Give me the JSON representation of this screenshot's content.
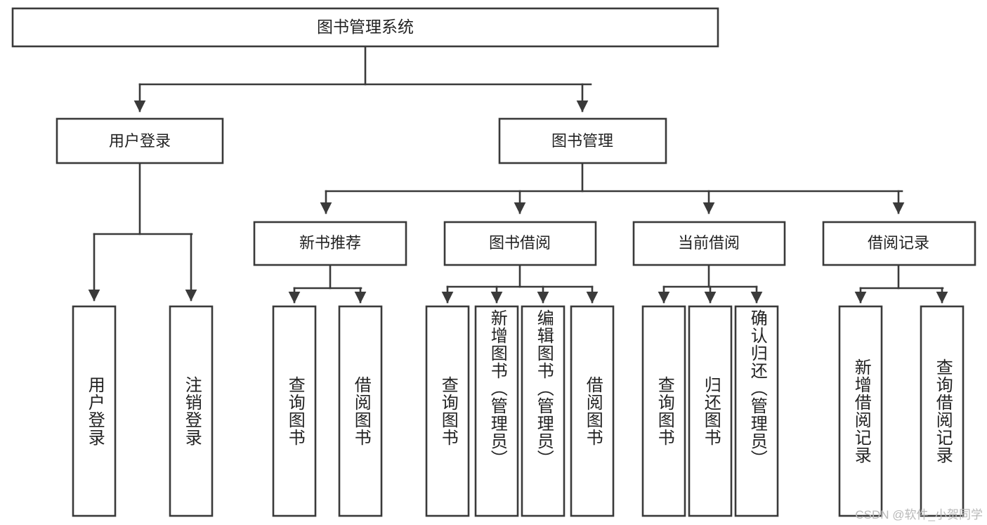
{
  "diagram": {
    "type": "tree",
    "title": "图书管理系统",
    "watermark": "CSDN @软件_小贺同学",
    "nodes": {
      "root": {
        "label": "图书管理系统"
      },
      "level2": [
        {
          "id": "user-login",
          "label": "用户登录"
        },
        {
          "id": "book-manage",
          "label": "图书管理"
        }
      ],
      "level3": [
        {
          "id": "new-book-rec",
          "label": "新书推荐"
        },
        {
          "id": "book-borrow",
          "label": "图书借阅"
        },
        {
          "id": "current-borrow",
          "label": "当前借阅"
        },
        {
          "id": "borrow-record",
          "label": "借阅记录"
        }
      ],
      "leaves": [
        {
          "id": "leaf-user-login",
          "label": "用户登录",
          "parent": "user-login"
        },
        {
          "id": "leaf-logout-login",
          "label": "注销登录",
          "parent": "user-login"
        },
        {
          "id": "leaf-query-book-1",
          "label": "查询图书",
          "parent": "new-book-rec"
        },
        {
          "id": "leaf-borrow-book-1",
          "label": "借阅图书",
          "parent": "new-book-rec"
        },
        {
          "id": "leaf-query-book-2",
          "label": "查询图书",
          "parent": "book-borrow"
        },
        {
          "id": "leaf-add-book",
          "label": "新增图书（管理员）",
          "parent": "book-borrow"
        },
        {
          "id": "leaf-edit-book",
          "label": "编辑图书（管理员）",
          "parent": "book-borrow"
        },
        {
          "id": "leaf-borrow-book-2",
          "label": "借阅图书",
          "parent": "book-borrow"
        },
        {
          "id": "leaf-query-book-3",
          "label": "查询图书",
          "parent": "current-borrow"
        },
        {
          "id": "leaf-return-book",
          "label": "归还图书",
          "parent": "current-borrow"
        },
        {
          "id": "leaf-confirm-return",
          "label": "确认归还（管理员）",
          "parent": "current-borrow"
        },
        {
          "id": "leaf-add-record",
          "label": "新增借阅记录",
          "parent": "borrow-record"
        },
        {
          "id": "leaf-query-record",
          "label": "查询借阅记录",
          "parent": "borrow-record"
        }
      ]
    },
    "colors": {
      "stroke": "#3a3a3a",
      "fill": "#ffffff",
      "text": "#222222",
      "watermark": "#b9b9b9"
    }
  }
}
